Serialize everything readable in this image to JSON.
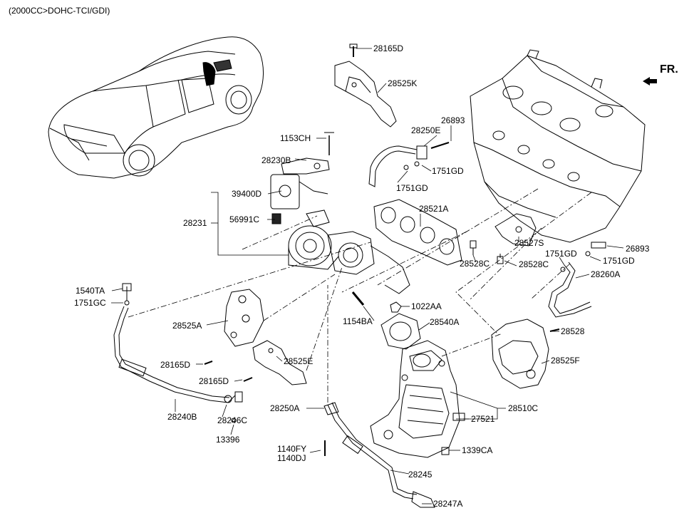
{
  "header": {
    "title": "(2000CC>DOHC-TCI/GDI)"
  },
  "direction": {
    "label": "FR."
  },
  "parts": [
    {
      "id": "p1",
      "code": "28165D"
    },
    {
      "id": "p2",
      "code": "28525K"
    },
    {
      "id": "p3",
      "code": "26893"
    },
    {
      "id": "p4",
      "code": "28250E"
    },
    {
      "id": "p5",
      "code": "1153CH"
    },
    {
      "id": "p6",
      "code": "28230B"
    },
    {
      "id": "p7",
      "code": "1751GD"
    },
    {
      "id": "p8",
      "code": "1751GD"
    },
    {
      "id": "p9",
      "code": "39400D"
    },
    {
      "id": "p10",
      "code": "28231"
    },
    {
      "id": "p11",
      "code": "56991C"
    },
    {
      "id": "p12",
      "code": "28521A"
    },
    {
      "id": "p13",
      "code": "28527S"
    },
    {
      "id": "p14",
      "code": "26893"
    },
    {
      "id": "p15",
      "code": "1751GD"
    },
    {
      "id": "p16",
      "code": "28528C"
    },
    {
      "id": "p17",
      "code": "28528C"
    },
    {
      "id": "p18",
      "code": "1751GD"
    },
    {
      "id": "p19",
      "code": "28260A"
    },
    {
      "id": "p20",
      "code": "1540TA"
    },
    {
      "id": "p21",
      "code": "1751GC"
    },
    {
      "id": "p22",
      "code": "1022AA"
    },
    {
      "id": "p23",
      "code": "1154BA"
    },
    {
      "id": "p24",
      "code": "28540A"
    },
    {
      "id": "p25",
      "code": "28525A"
    },
    {
      "id": "p26",
      "code": "28528"
    },
    {
      "id": "p27",
      "code": "28525F"
    },
    {
      "id": "p28",
      "code": "28165D"
    },
    {
      "id": "p29",
      "code": "28525E"
    },
    {
      "id": "p30",
      "code": "28165D"
    },
    {
      "id": "p31",
      "code": "28250A"
    },
    {
      "id": "p32",
      "code": "28510C"
    },
    {
      "id": "p33",
      "code": "28240B"
    },
    {
      "id": "p34",
      "code": "28246C"
    },
    {
      "id": "p35",
      "code": "27521"
    },
    {
      "id": "p36",
      "code": "13396"
    },
    {
      "id": "p37",
      "code": "1140FY"
    },
    {
      "id": "p38",
      "code": "1140DJ"
    },
    {
      "id": "p39",
      "code": "1339CA"
    },
    {
      "id": "p40",
      "code": "28245"
    },
    {
      "id": "p41",
      "code": "28247A"
    }
  ]
}
